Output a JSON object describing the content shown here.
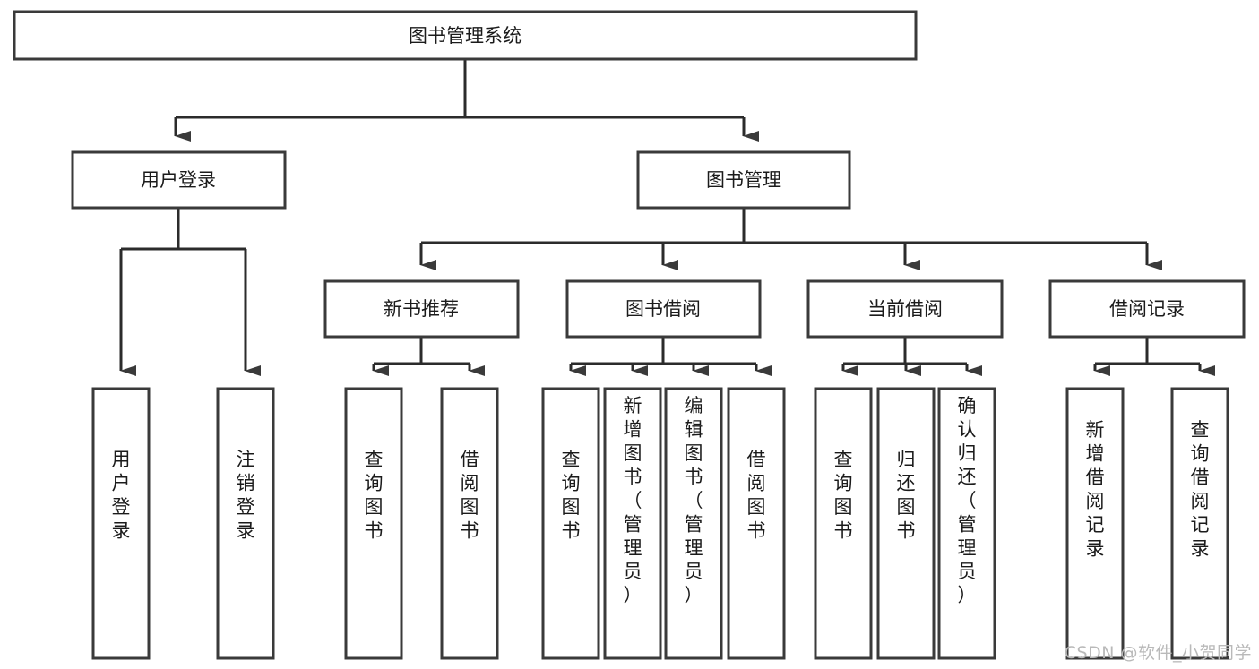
{
  "diagram": {
    "type": "tree",
    "title": "图书管理系统",
    "watermark": "CSDN @软件_小贺同学",
    "colors": {
      "box_stroke": "#3a3a3a",
      "box_fill": "#ffffff",
      "connector": "#2b2b2b",
      "text": "#1b1b1b",
      "watermark": "#b9b9b9"
    },
    "levels": {
      "root": {
        "label": "图书管理系统"
      },
      "level2": [
        {
          "label": "用户登录"
        },
        {
          "label": "图书管理"
        }
      ],
      "level3": [
        {
          "label": "新书推荐"
        },
        {
          "label": "图书借阅"
        },
        {
          "label": "当前借阅"
        },
        {
          "label": "借阅记录"
        }
      ],
      "leaves": {
        "user_login": [
          {
            "label": "用户登录"
          },
          {
            "label": "注销登录"
          }
        ],
        "new_book_recommend": [
          {
            "label": "查询图书"
          },
          {
            "label": "借阅图书"
          }
        ],
        "book_borrow": [
          {
            "label": "查询图书"
          },
          {
            "label": "新增图书（管理员）"
          },
          {
            "label": "编辑图书（管理员）"
          },
          {
            "label": "借阅图书"
          }
        ],
        "current_borrow": [
          {
            "label": "查询图书"
          },
          {
            "label": "归还图书"
          },
          {
            "label": "确认归还（管理员）"
          }
        ],
        "borrow_record": [
          {
            "label": "新增借阅记录"
          },
          {
            "label": "查询借阅记录"
          }
        ]
      }
    }
  }
}
